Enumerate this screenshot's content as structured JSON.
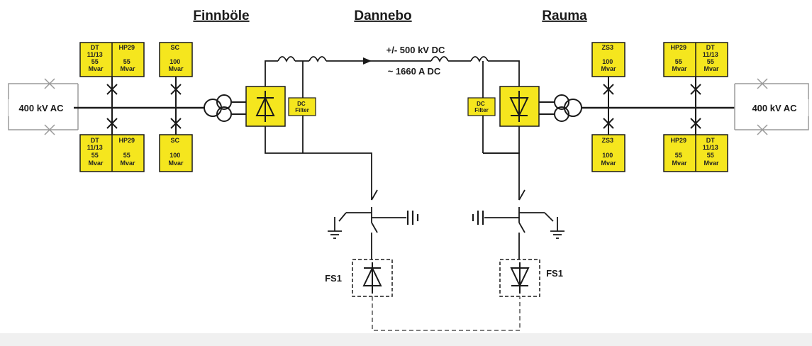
{
  "colors": {
    "box_fill": "#f5e61e",
    "line": "#1a1a1a",
    "ac_line": "#9a9a9a"
  },
  "sites": {
    "left": "Finnböle",
    "middle": "Dannebo",
    "right": "Rauma"
  },
  "left_ac": "400 kV AC",
  "right_ac": "400 kV AC",
  "dc_voltage": "+/- 500 kV DC",
  "dc_current": "~ 1660 A DC",
  "dc_filter": [
    "DC",
    "Filter"
  ],
  "fs_left": "FS1",
  "fs_right": "FS1",
  "left_filters": {
    "top_dt": [
      "DT",
      "11/13",
      "55",
      "Mvar"
    ],
    "top_hp": [
      "HP29",
      "55",
      "Mvar"
    ],
    "top_sc": [
      "SC",
      "100",
      "Mvar"
    ],
    "bot_dt": [
      "DT",
      "11/13",
      "55",
      "Mvar"
    ],
    "bot_hp": [
      "HP29",
      "55",
      "Mvar"
    ],
    "bot_sc": [
      "SC",
      "100",
      "Mvar"
    ]
  },
  "right_filters": {
    "top_zs": [
      "ZS3",
      "100",
      "Mvar"
    ],
    "top_hp": [
      "HP29",
      "55",
      "Mvar"
    ],
    "top_dt": [
      "DT",
      "11/13",
      "55",
      "Mvar"
    ],
    "bot_zs": [
      "ZS3",
      "100",
      "Mvar"
    ],
    "bot_hp": [
      "HP29",
      "55",
      "Mvar"
    ],
    "bot_dt": [
      "DT",
      "11/13",
      "55",
      "Mvar"
    ]
  }
}
